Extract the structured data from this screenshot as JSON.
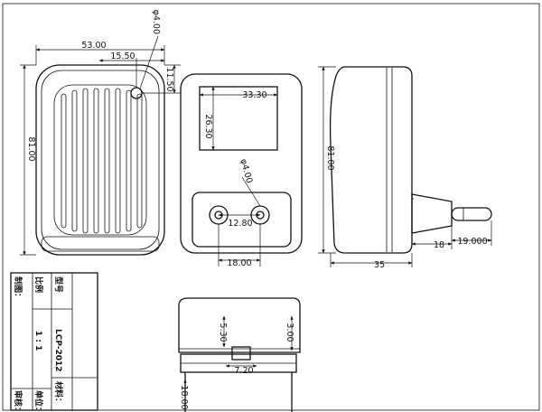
{
  "front_view": {
    "width": "53.00",
    "hole_offset": "15.50",
    "hole_top": "11.50",
    "hole_dia": "φ4.00",
    "height": "81.00"
  },
  "back_view": {
    "label_width": "33.30",
    "label_height": "26.30",
    "pin_dia": "φ4.00",
    "pin_span": "12.80",
    "plate_width": "18.00"
  },
  "side_view": {
    "height": "81.00",
    "depth": "35",
    "plug_base": "18",
    "pin_length": "19.000"
  },
  "bottom_view": {
    "dim_a": "5.30",
    "dim_b": "3.00",
    "dim_c": "7.20",
    "dim_d": "18.00"
  },
  "title_block": {
    "model_label": "型号",
    "model_value": "LCP-2012",
    "scale_label": "比例",
    "scale_value": "1 : 1",
    "drawn_label": "制图：",
    "unit_label": "单位：",
    "review_label": "审核：",
    "material_label": "材料："
  }
}
